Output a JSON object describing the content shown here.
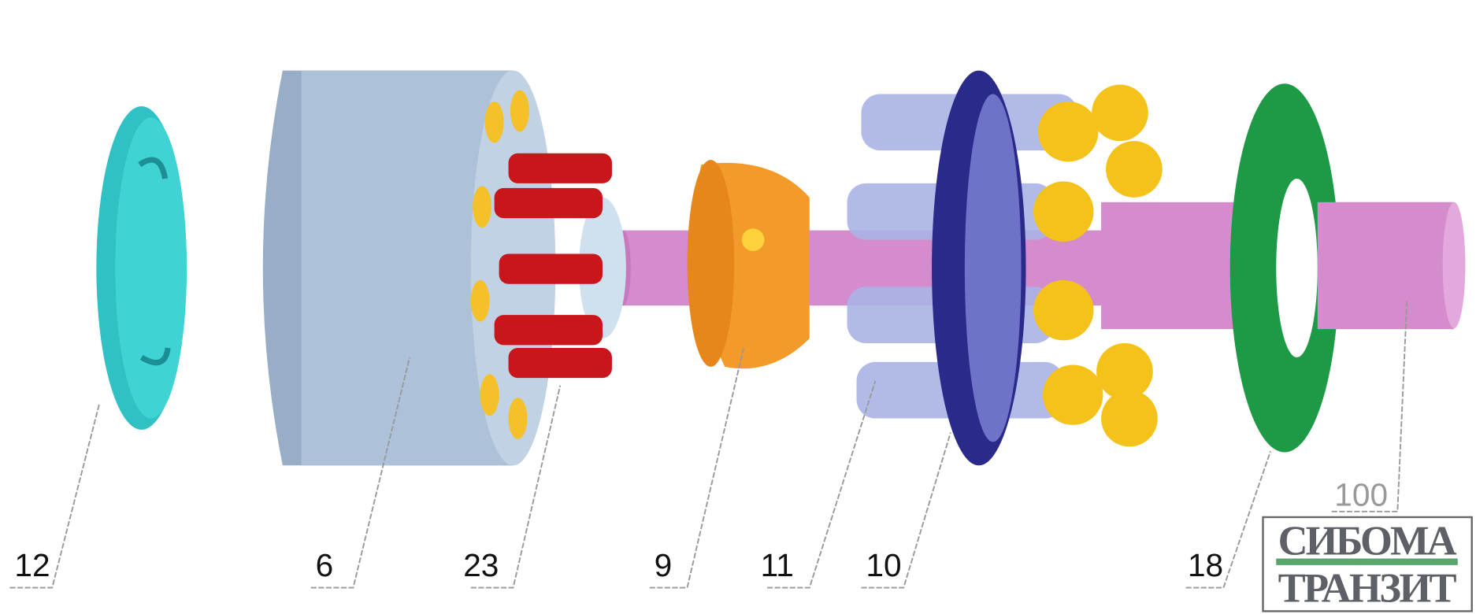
{
  "diagram": {
    "labels": {
      "p12": "12",
      "p6": "6",
      "p23": "23",
      "p9": "9",
      "p11": "11",
      "p10": "10",
      "p18": "18",
      "p100": "100"
    },
    "colors": {
      "plate": "#2fc1c4",
      "block": "#a9bdd3",
      "spring": "#c8161b",
      "shaft": "#d58ccd",
      "guide": "#f29a2a",
      "piston": "#aab3e6",
      "retainer": "#2a2a8a",
      "slipper": "#f5c21b",
      "ring": "#1e9a46"
    }
  },
  "logo": {
    "line1": "СИБОМА",
    "line2": "ТРАНЗИТ",
    "accent": "#5aa56c"
  }
}
